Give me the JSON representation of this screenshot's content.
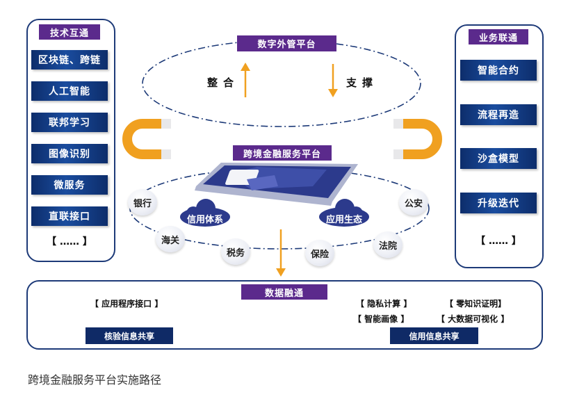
{
  "left_panel": {
    "title": "技术互通",
    "items": [
      "区块链、跨链",
      "人工智能",
      "联邦学习",
      "图像识别",
      "微服务",
      "直联接口"
    ],
    "more": "【 …… 】"
  },
  "right_panel": {
    "title": "业务联通",
    "items": [
      "智能合约",
      "流程再造",
      "沙盒模型",
      "升级迭代"
    ],
    "more": "【 …… 】"
  },
  "top_platform": {
    "title": "数字外管平台",
    "left_verb": "整合",
    "right_verb": "支撑"
  },
  "center_platform": {
    "title": "跨境金融服务平台",
    "clouds": [
      "信用体系",
      "应用生态"
    ],
    "nodes": [
      "银行",
      "海关",
      "税务",
      "保险",
      "法院",
      "公安"
    ]
  },
  "bottom_panel": {
    "title": "数据融通",
    "left_item": "【 应用程序接口 】",
    "left_tag": "核验信息共享",
    "right_items": [
      "【 隐私计算 】",
      "【 零知识证明】",
      "【 智能画像 】",
      "【 大数据可视化 】"
    ],
    "right_tag": "信用信息共享"
  },
  "caption": "跨境金融服务平台实施路径",
  "colors": {
    "navy": "#1d3a78",
    "purple": "#5b2a8c",
    "orange": "#f0a020",
    "button_blue": "#0d2d6b"
  }
}
